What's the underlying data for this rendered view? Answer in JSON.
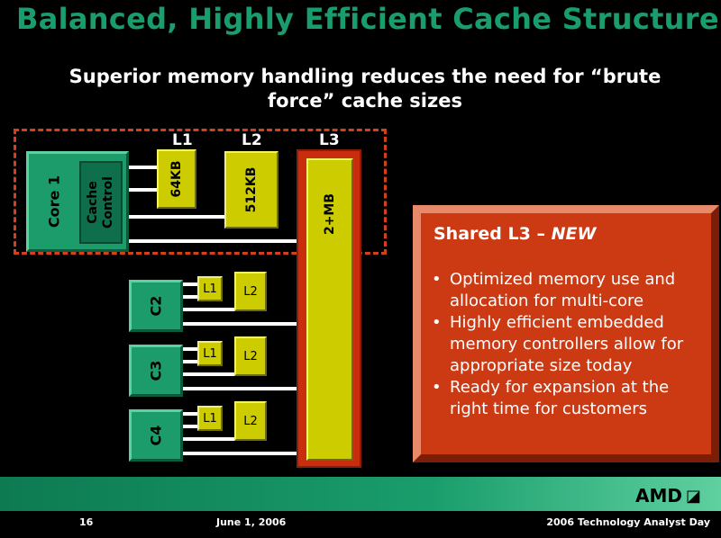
{
  "slide": {
    "title": "Balanced, Highly Efficient Cache Structure",
    "subtitle": "Superior memory handling reduces the need for “brute force” cache sizes"
  },
  "diagram": {
    "level_labels": {
      "l1": "L1",
      "l2": "L2",
      "l3": "L3"
    },
    "core1": {
      "label": "Core 1",
      "cache_control": "Cache Control"
    },
    "core1_l1_size": "64KB",
    "core1_l2_size": "512KB",
    "l3_size": "2+MB",
    "cores": [
      {
        "label": "C2",
        "l1": "L1",
        "l2": "L2"
      },
      {
        "label": "C3",
        "l1": "L1",
        "l2": "L2"
      },
      {
        "label": "C4",
        "l1": "L1",
        "l2": "L2"
      }
    ]
  },
  "panel": {
    "title_prefix": "Shared L3 – ",
    "title_emph": "NEW",
    "bullets": [
      "Optimized memory use and allocation for multi-core",
      "Highly efficient embedded memory controllers allow for appropriate size today",
      "Ready for expansion at the right time for customers"
    ]
  },
  "footer": {
    "page_number": "16",
    "date": "June 1, 2006",
    "event": "2006 Technology Analyst Day",
    "logo_text": "AMD",
    "logo_icon": "amd-arrow-icon"
  },
  "colors": {
    "title_green": "#1a9d6c",
    "core_green": "#1d9c6b",
    "cache_yellow": "#cccc00",
    "l3_red": "#c82d0e",
    "panel_red": "#cc3a14",
    "dash_orange": "#d4401a"
  }
}
